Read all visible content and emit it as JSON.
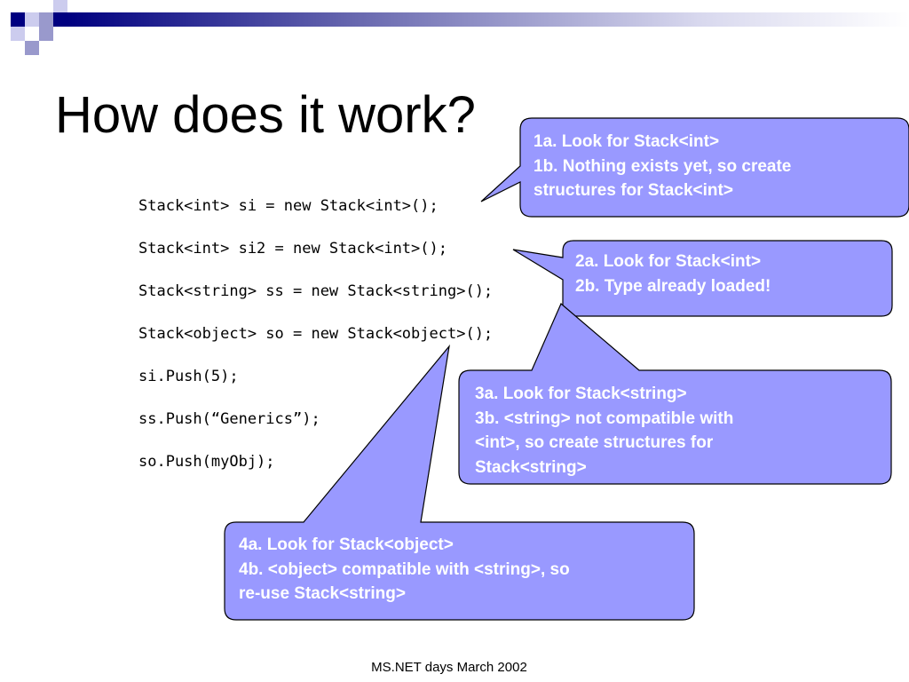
{
  "title": "How does it work?",
  "code": [
    "Stack<int> si = new Stack<int>();",
    "Stack<int> si2 = new Stack<int>();",
    "Stack<string> ss = new Stack<string>();",
    "Stack<object> so = new Stack<object>();",
    "si.Push(5);",
    "ss.Push(“Generics”);",
    "so.Push(myObj);"
  ],
  "callouts": [
    {
      "lines": [
        "1a. Look for Stack<int>",
        "1b. Nothing exists yet, so create",
        "structures for Stack<int>"
      ]
    },
    {
      "lines": [
        "2a. Look for Stack<int>",
        "2b. Type already loaded!"
      ]
    },
    {
      "lines": [
        "3a. Look for Stack<string>",
        "3b. <string> not compatible with",
        "<int>,  so create structures for",
        "Stack<string>"
      ]
    },
    {
      "lines": [
        "4a. Look for Stack<object>",
        "4b. <object> compatible with <string>, so",
        "re-use Stack<string>"
      ]
    }
  ],
  "footer": "MS.NET days March 2002",
  "colors": {
    "callout_fill": "#9999ff",
    "callout_stroke": "#000000",
    "accent_navy": "#000080"
  }
}
